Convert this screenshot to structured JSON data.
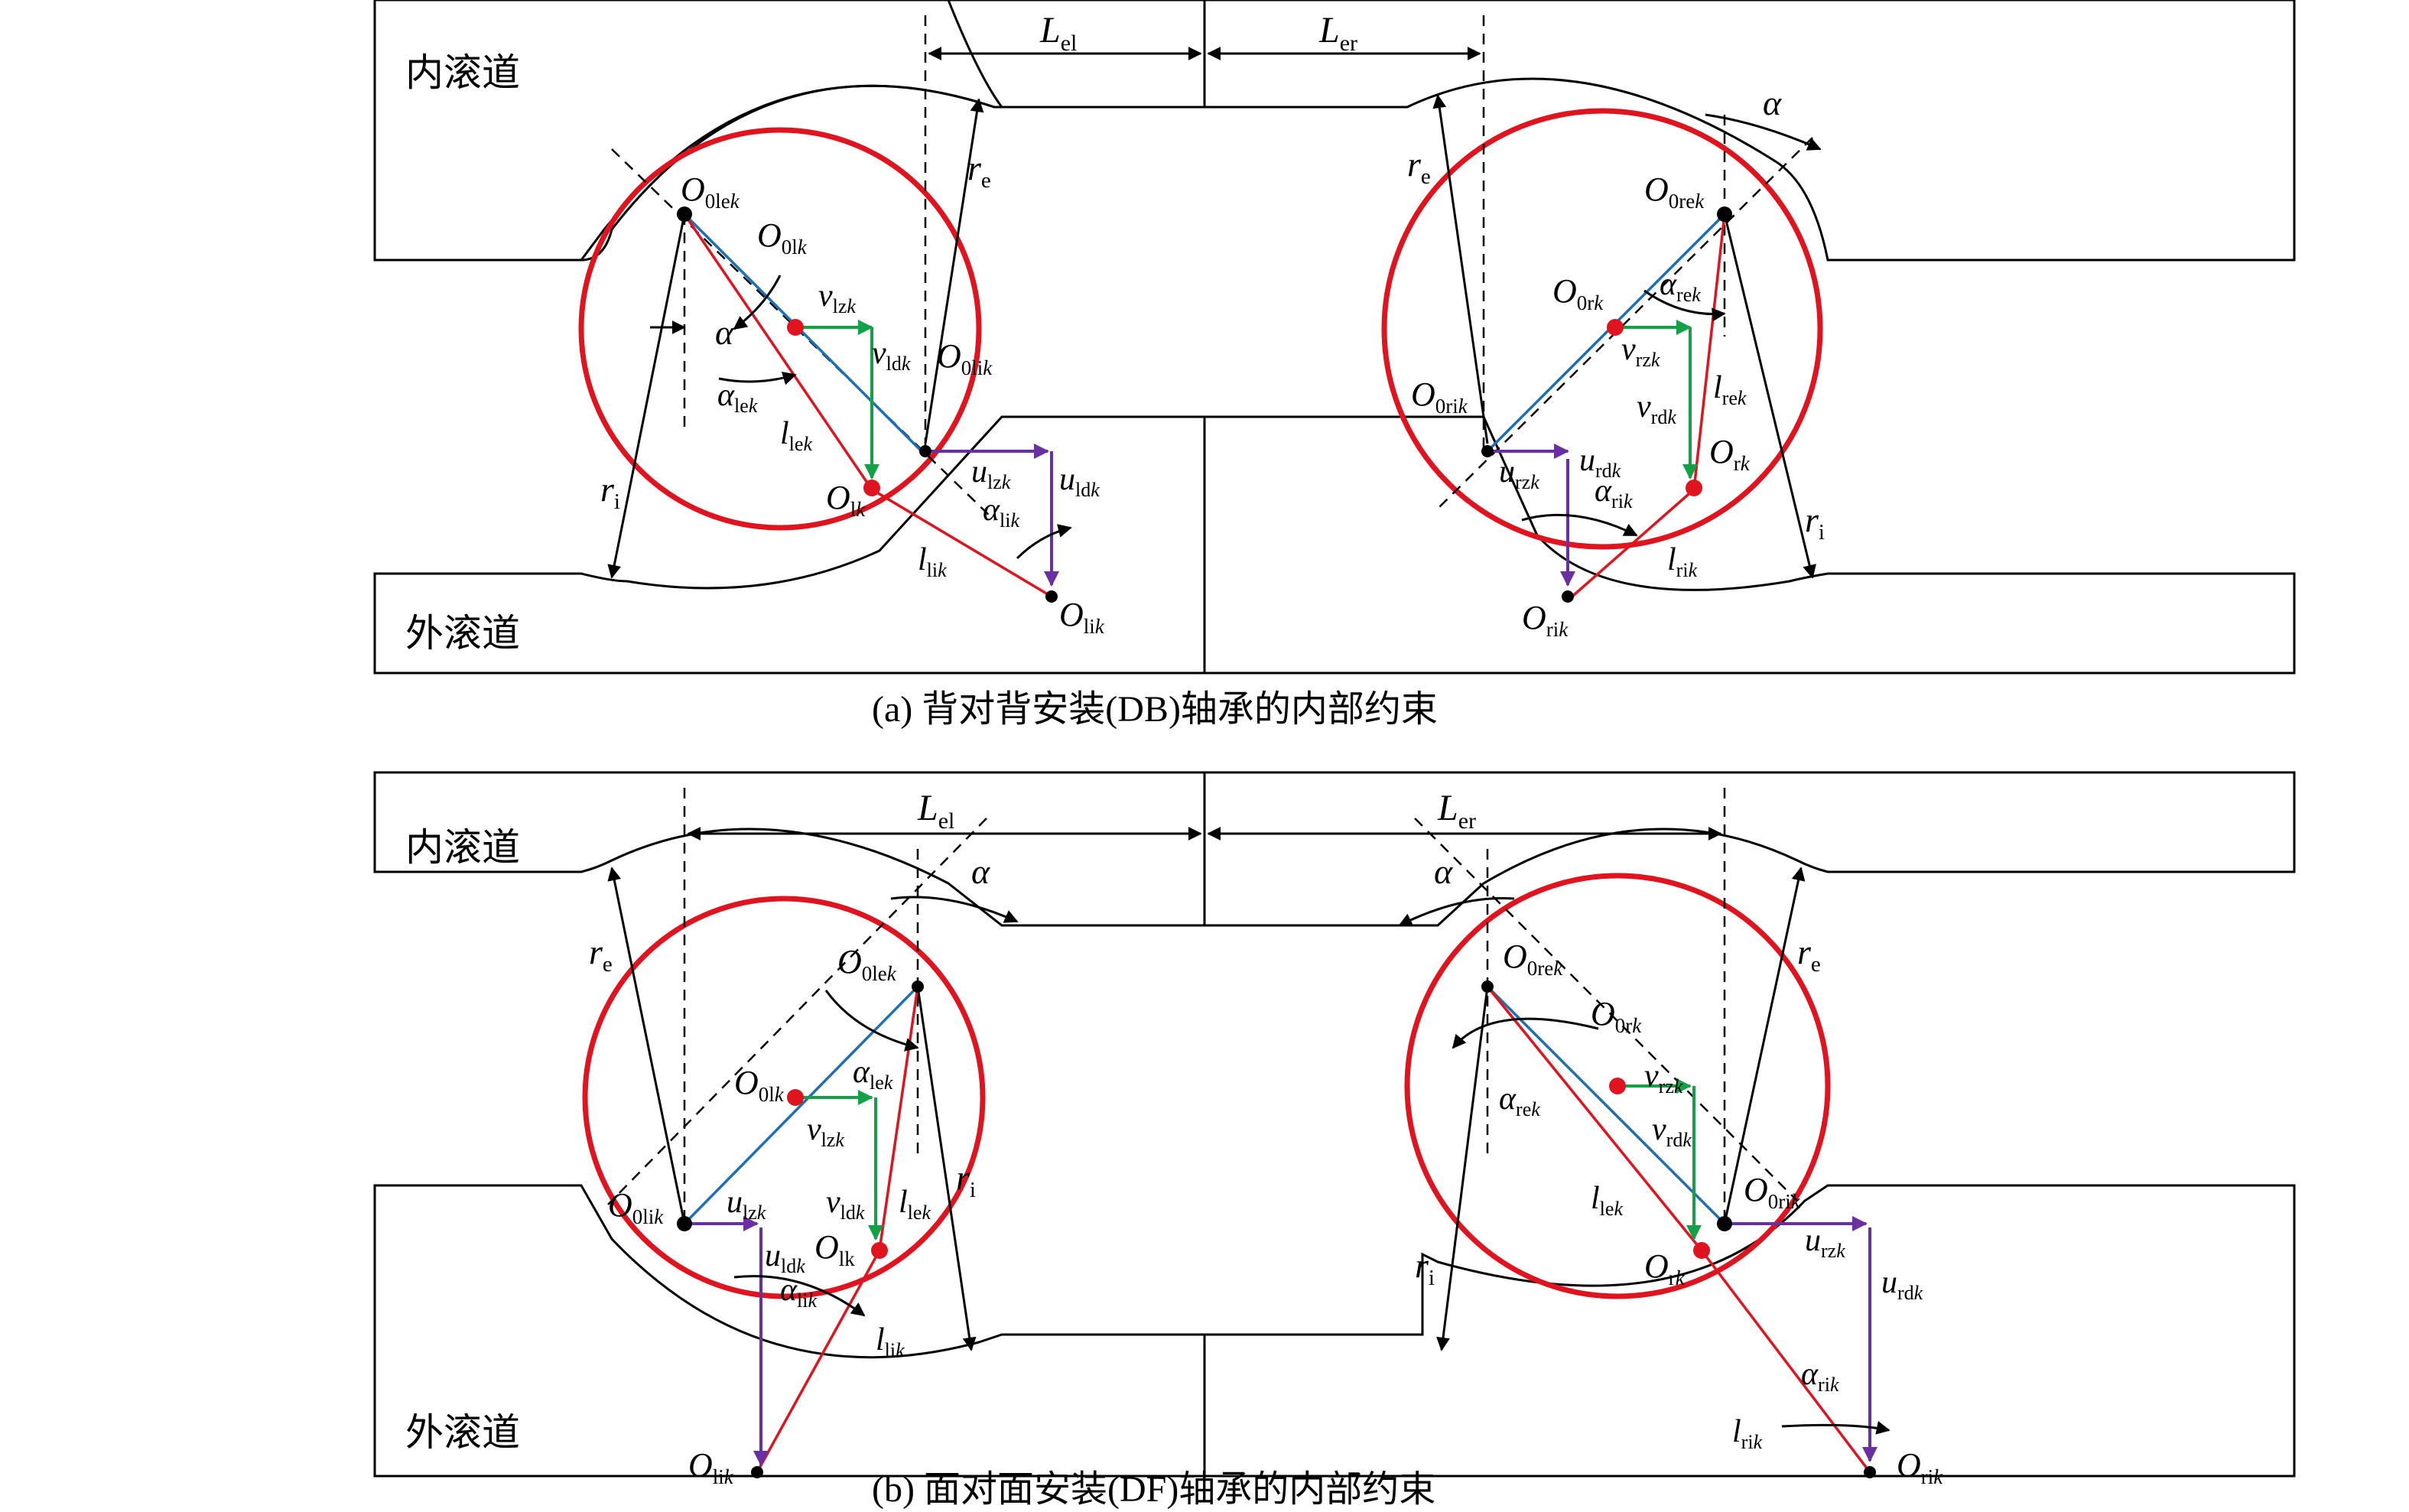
{
  "panel_a": {
    "inner_race": "内滚道",
    "outer_race": "外滚道",
    "caption": "(a) 背对背安装(DB)轴承的内部约束",
    "L_el": [
      "L",
      "el"
    ],
    "L_er": [
      "L",
      "er"
    ],
    "re_left": [
      "r",
      "e"
    ],
    "re_right": [
      "r",
      "e"
    ],
    "ri_left": [
      "r",
      "i"
    ],
    "ri_right": [
      "r",
      "i"
    ],
    "alpha_left": "α",
    "alpha_right": "α",
    "O0lek": [
      "O",
      "0le",
      "k"
    ],
    "O0lk": [
      "O",
      "0l",
      "k"
    ],
    "vlzk": [
      "v",
      "lz",
      "k"
    ],
    "vldk": [
      "v",
      "ld",
      "k"
    ],
    "O0lik": [
      "O",
      "0li",
      "k"
    ],
    "alphalek": [
      "α",
      "le",
      "k"
    ],
    "llek": [
      "l",
      "le",
      "k"
    ],
    "Olk": [
      "O",
      "l",
      "k"
    ],
    "ulzk": [
      "u",
      "lz",
      "k"
    ],
    "uldk": [
      "u",
      "ld",
      "k"
    ],
    "alphalik": [
      "α",
      "li",
      "k"
    ],
    "llik": [
      "l",
      "li",
      "k"
    ],
    "Olik": [
      "O",
      "li",
      "k"
    ],
    "O0rek": [
      "O",
      "0re",
      "k"
    ],
    "O0rk": [
      "O",
      "0r",
      "k"
    ],
    "alpharek": [
      "α",
      "re",
      "k"
    ],
    "vrzk": [
      "v",
      "rz",
      "k"
    ],
    "lrek": [
      "l",
      "re",
      "k"
    ],
    "O0rik": [
      "O",
      "0ri",
      "k"
    ],
    "vrdk": [
      "v",
      "rd",
      "k"
    ],
    "Ork": [
      "O",
      "r",
      "k"
    ],
    "urzk": [
      "u",
      "rz",
      "k"
    ],
    "urdk": [
      "u",
      "rd",
      "k"
    ],
    "alpharik": [
      "α",
      "ri",
      "k"
    ],
    "lrik": [
      "l",
      "ri",
      "k"
    ],
    "Orik": [
      "O",
      "ri",
      "k"
    ]
  },
  "panel_b": {
    "inner_race": "内滚道",
    "outer_race": "外滚道",
    "caption": "(b) 面对面安装(DF)轴承的内部约束",
    "L_el": [
      "L",
      "el"
    ],
    "L_er": [
      "L",
      "er"
    ],
    "re_left": [
      "r",
      "e"
    ],
    "re_right": [
      "r",
      "e"
    ],
    "ri_left": [
      "r",
      "i"
    ],
    "ri_right": [
      "r",
      "i"
    ],
    "alpha_left": "α",
    "alpha_right": "α",
    "O0lek": [
      "O",
      "0le",
      "k"
    ],
    "alphalek": [
      "α",
      "le",
      "k"
    ],
    "O0lk": [
      "O",
      "0l",
      "k"
    ],
    "vlzk": [
      "v",
      "lz",
      "k"
    ],
    "vldk": [
      "v",
      "ld",
      "k"
    ],
    "llek": [
      "l",
      "le",
      "k"
    ],
    "O0lik": [
      "O",
      "0li",
      "k"
    ],
    "ulzk": [
      "u",
      "lz",
      "k"
    ],
    "uldk": [
      "u",
      "ld",
      "k"
    ],
    "Olk": [
      "O",
      "lk",
      ""
    ],
    "alphalik": [
      "α",
      "li",
      "k"
    ],
    "llik": [
      "l",
      "li",
      "k"
    ],
    "Olik": [
      "O",
      "li",
      "k"
    ],
    "O0rek": [
      "O",
      "0re",
      "k"
    ],
    "O0rk": [
      "O",
      "0r",
      "k"
    ],
    "alpharek": [
      "α",
      "re",
      "k"
    ],
    "vrzk": [
      "v",
      "rz",
      "k"
    ],
    "vrdk": [
      "v",
      "rd",
      "k"
    ],
    "llek_r": [
      "l",
      "le",
      "k"
    ],
    "O0rik": [
      "O",
      "0ri",
      "k"
    ],
    "Ork": [
      "O",
      "r",
      "k"
    ],
    "urzk": [
      "u",
      "rz",
      "k"
    ],
    "urdk": [
      "u",
      "rd",
      "k"
    ],
    "alpharik": [
      "α",
      "ri",
      "k"
    ],
    "lrik": [
      "l",
      "ri",
      "k"
    ],
    "Orik": [
      "O",
      "ri",
      "k"
    ]
  },
  "colors": {
    "ball": "#e0141e",
    "blue_line": "#1f6fb5",
    "red_line": "#e0141e",
    "green_vector": "#14a046",
    "purple_vector": "#6a2fa0",
    "outline": "#000000"
  }
}
